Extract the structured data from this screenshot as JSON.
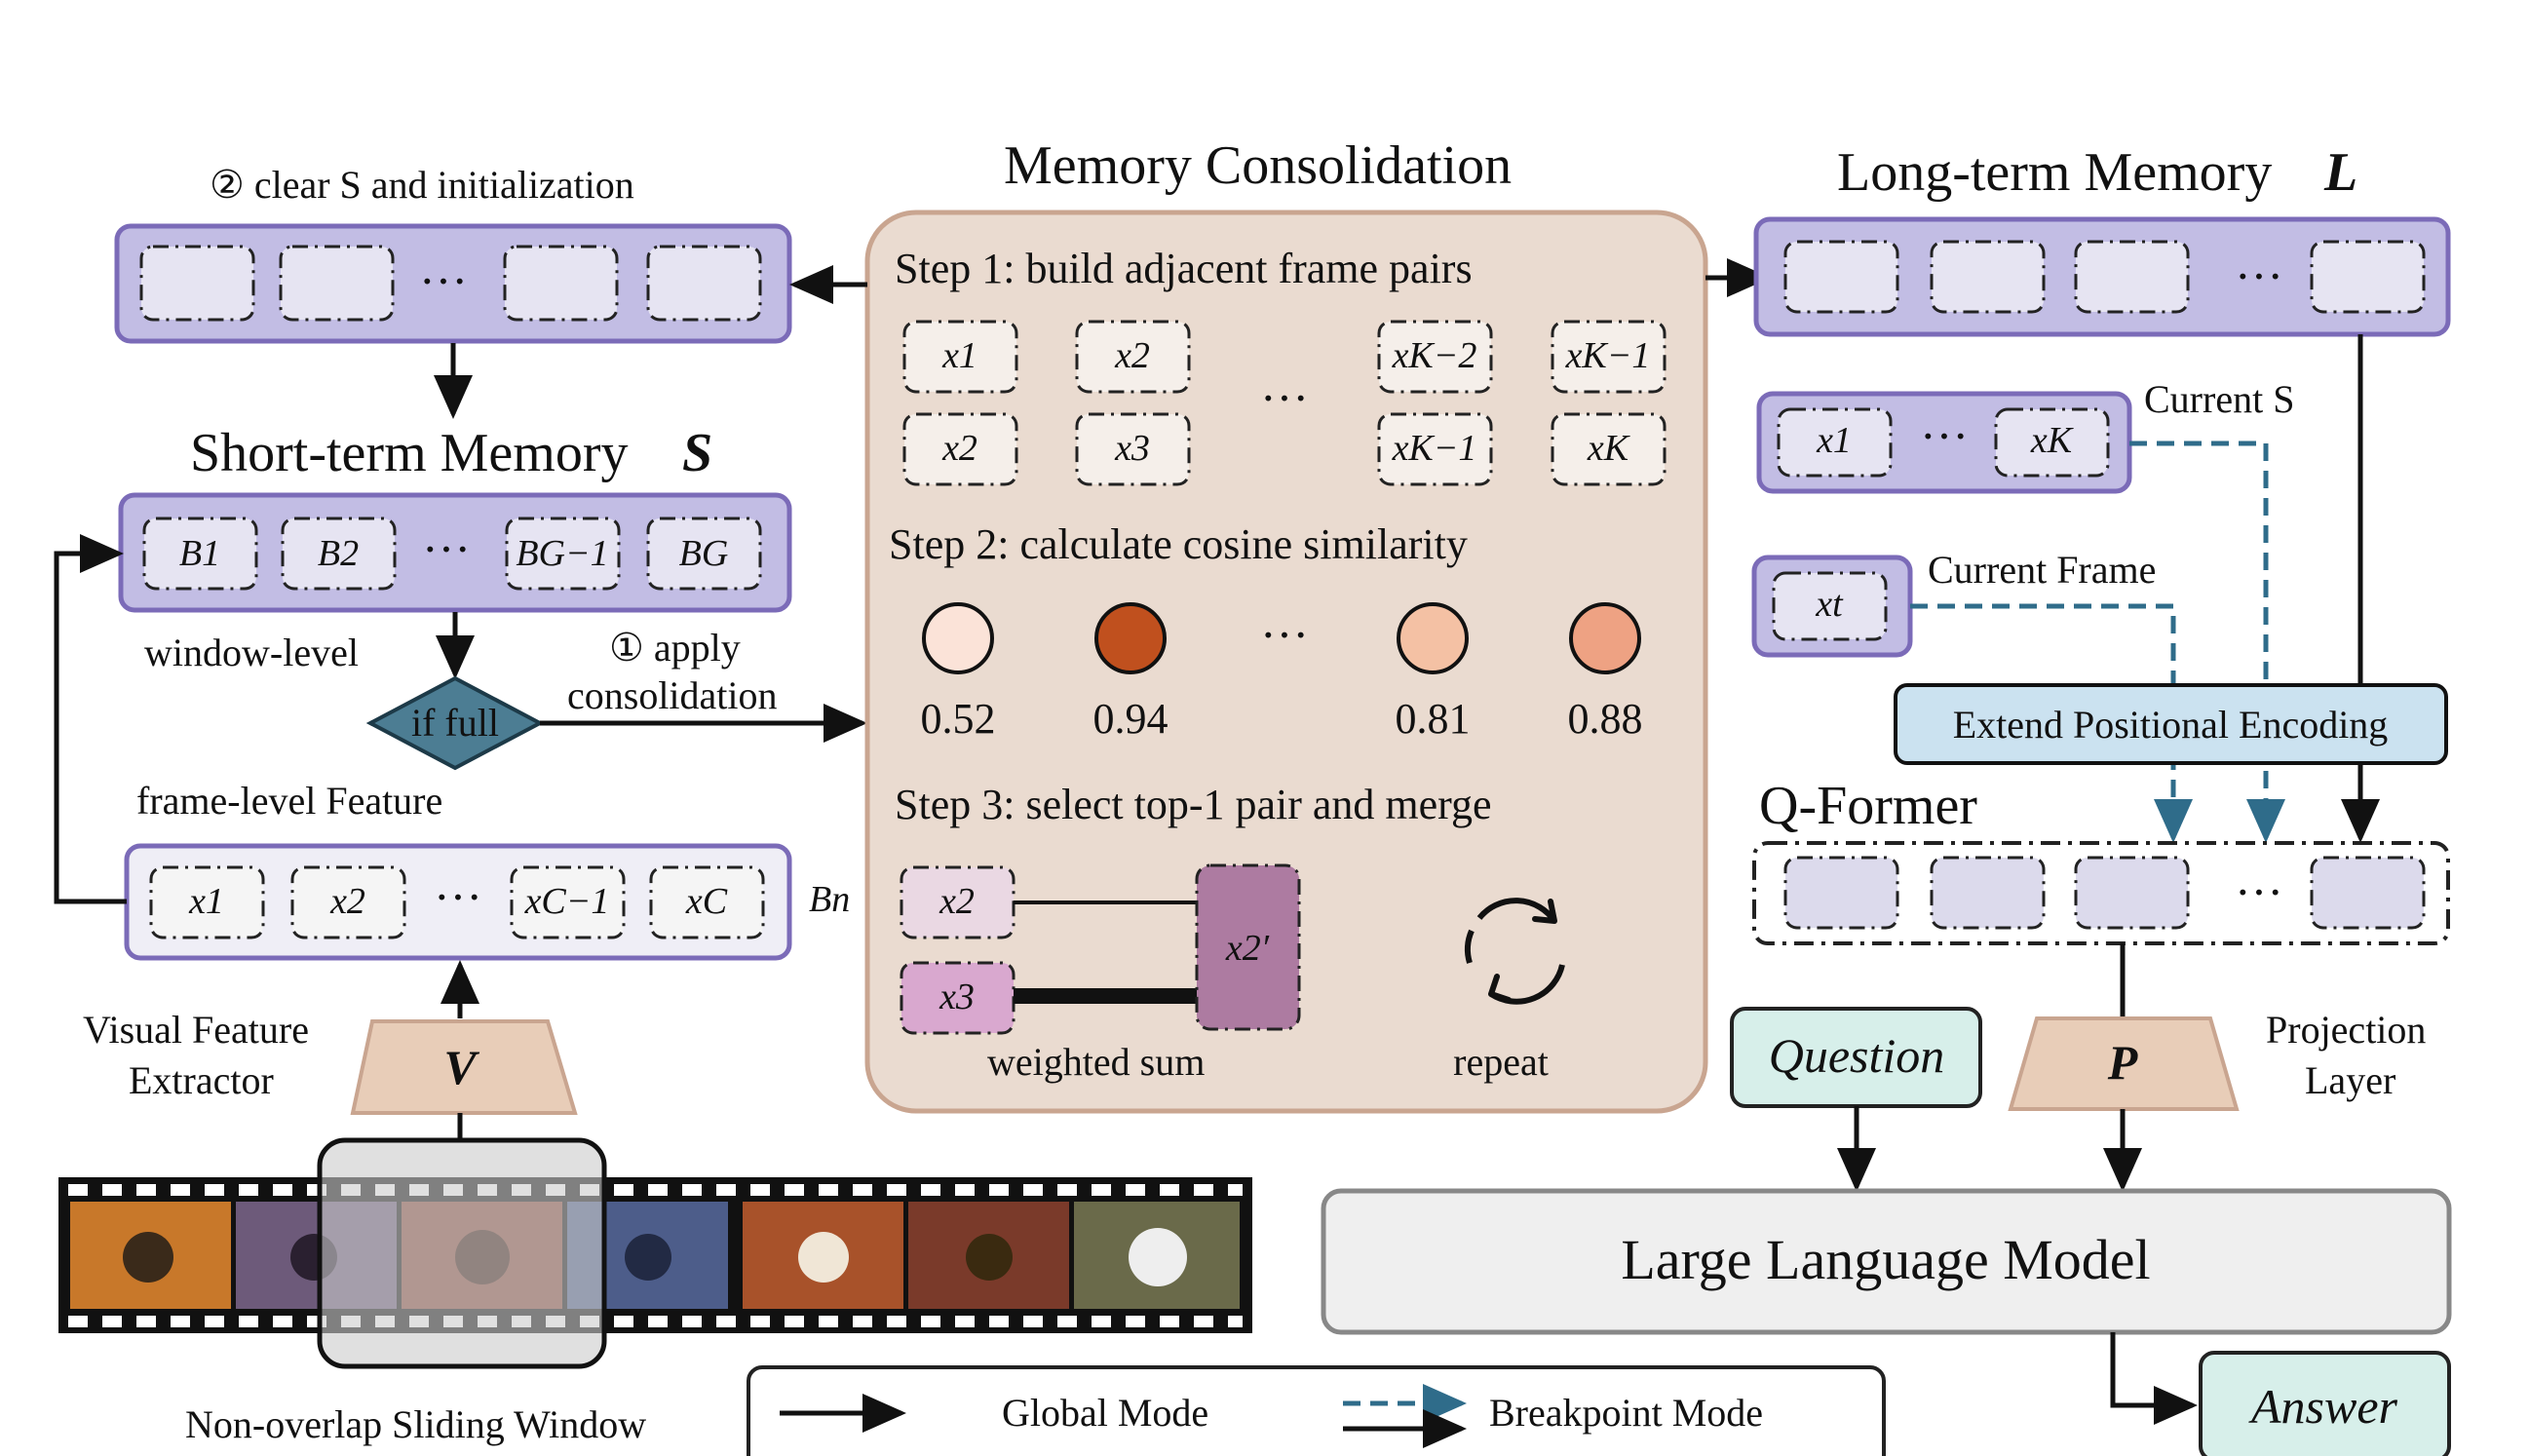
{
  "short_term": {
    "clear_note": "② clear S and initialization",
    "title": "Short-term Memory",
    "symbol": "S",
    "window_items": [
      "B1",
      "B2",
      "BG−1",
      "BG"
    ],
    "window_label": "window-level",
    "frame_label": "frame-level Feature",
    "frame_items": [
      "x1",
      "x2",
      "xC−1",
      "xC"
    ],
    "buffer_label": "Bn",
    "diamond_label": "if full",
    "apply_label_1": "① apply",
    "apply_label_2": "consolidation"
  },
  "extractor": {
    "label_1": "Visual Feature",
    "label_2": "Extractor",
    "symbol": "V",
    "window_caption": "Non-overlap Sliding Window"
  },
  "consolidation": {
    "title": "Memory Consolidation",
    "step1": "Step 1: build adjacent frame pairs",
    "pairs_top": [
      "x1",
      "x2",
      "xK−2",
      "xK−1"
    ],
    "pairs_bottom": [
      "x2",
      "x3",
      "xK−1",
      "xK"
    ],
    "step2": "Step 2: calculate cosine similarity",
    "scores": [
      "0.52",
      "0.94",
      "0.81",
      "0.88"
    ],
    "score_colors": [
      "#fbe3d8",
      "#c0501e",
      "#f4c1a4",
      "#eea283"
    ],
    "step3": "Step 3: select top-1 pair and merge",
    "merge_inputs": [
      "x2",
      "x3"
    ],
    "merged": "x2′",
    "weighted_sum": "weighted sum",
    "repeat": "repeat"
  },
  "long_term": {
    "title": "Long-term Memory",
    "symbol": "L",
    "current_s_label": "Current S",
    "current_s_items": [
      "x1",
      "xK"
    ],
    "current_frame_label": "Current Frame",
    "current_frame_item": "xt",
    "extend_pe": "Extend Positional Encoding",
    "qformer": "Q-Former",
    "projection_1": "Projection",
    "projection_2": "Layer",
    "projection_symbol": "P",
    "question": "Question",
    "llm": "Large Language Model",
    "answer": "Answer"
  },
  "legend": {
    "global": "Global Mode",
    "breakpoint": "Breakpoint Mode"
  },
  "colors": {
    "purple_fill": "#c2bde4",
    "purple_stroke": "#7b6bb8",
    "consolidation_fill": "#eadbd0",
    "consolidation_stroke": "#c9a590",
    "trapezoid_fill": "#e8cdb8",
    "diamond_fill": "#4c7d93",
    "extend_fill": "#cbe2f0",
    "teal_fill": "#d7efea",
    "llm_fill": "#efefef",
    "dashed_blue": "#2f6c8a"
  }
}
